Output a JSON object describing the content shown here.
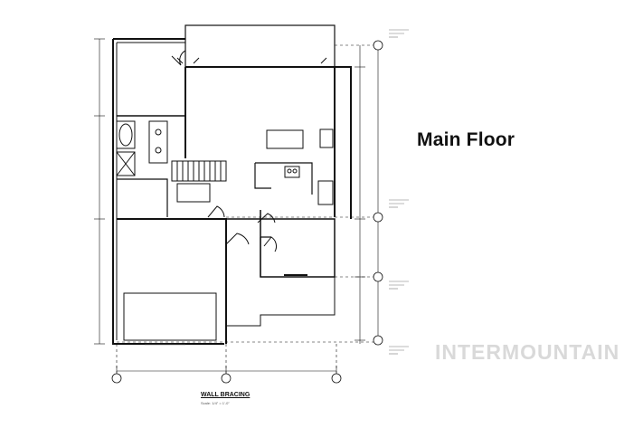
{
  "title": "Main Floor",
  "watermark": "INTERMOUNTAIN",
  "drawing": {
    "caption": "WALL BRACING",
    "scale": "Scale: 1/4\" = 1'-0\""
  },
  "colors": {
    "line": "#111111",
    "watermark": "#d9d9d9",
    "background": "#ffffff"
  }
}
